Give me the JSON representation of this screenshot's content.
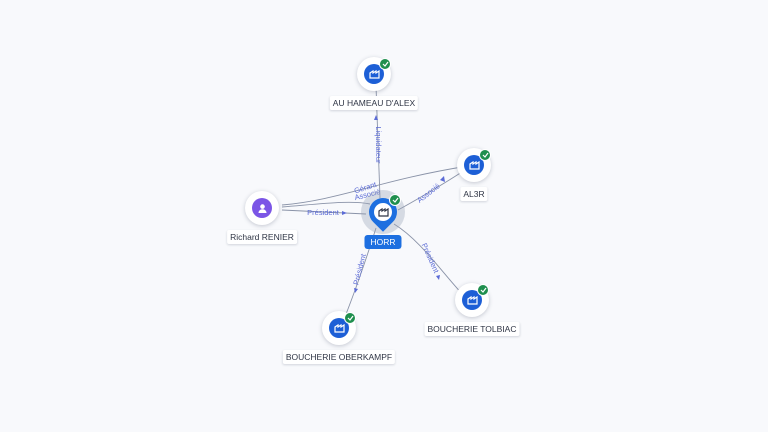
{
  "graph": {
    "center": {
      "label": "HORR",
      "icon": "company-icon"
    },
    "nodes": [
      {
        "id": "au-hameau",
        "label": "AU HAMEAU D'ALEX",
        "icon": "company-icon",
        "verified": true
      },
      {
        "id": "al3r",
        "label": "AL3R",
        "icon": "company-icon",
        "verified": true
      },
      {
        "id": "richard",
        "label": "Richard RENIER",
        "icon": "person-icon",
        "verified": false
      },
      {
        "id": "tolbiac",
        "label": "BOUCHERIE TOLBIAC",
        "icon": "company-icon",
        "verified": true
      },
      {
        "id": "oberkampf",
        "label": "BOUCHERIE OBERKAMPF",
        "icon": "company-icon",
        "verified": true
      }
    ],
    "edges": [
      {
        "from": "horr",
        "to": "au-hameau",
        "label": "Liquidateur"
      },
      {
        "from": "richard",
        "to": "al3r",
        "label": "Gérant"
      },
      {
        "from": "horr",
        "to": "al3r",
        "label": "Associé"
      },
      {
        "from": "richard",
        "to": "horr",
        "label": "Associé"
      },
      {
        "from": "richard",
        "to": "horr",
        "label": "Président"
      },
      {
        "from": "horr",
        "to": "tolbiac",
        "label": "Président"
      },
      {
        "from": "horr",
        "to": "oberkampf",
        "label": "Président"
      }
    ]
  },
  "colors": {
    "company": "#1d5fd6",
    "person": "#7b55e6",
    "verified": "#1f8f4e",
    "edge_label": "#5b6bd6"
  }
}
